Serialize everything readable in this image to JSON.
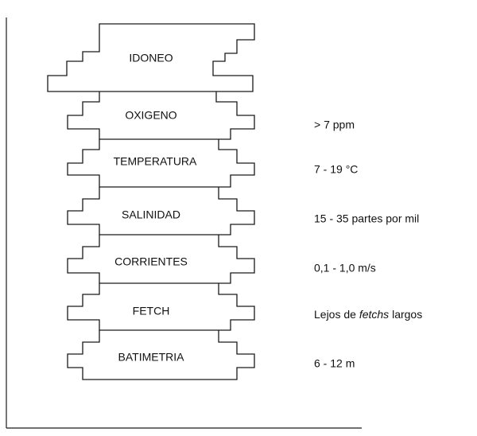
{
  "levels": [
    {
      "label": "IDONEO",
      "criterion": ""
    },
    {
      "label": "OXIGENO",
      "criterion": "> 7 ppm"
    },
    {
      "label": "TEMPERATURA",
      "criterion": "7 - 19 °C"
    },
    {
      "label": "SALINIDAD",
      "criterion": "15 - 35 partes por mil"
    },
    {
      "label": "CORRIENTES",
      "criterion": "0,1 - 1,0 m/s"
    },
    {
      "label": "FETCH",
      "criterion_prefix": "Lejos de ",
      "criterion_italic": "fetchs",
      "criterion_suffix": " largos"
    },
    {
      "label": "BATIMETRIA",
      "criterion": "6 - 12 m"
    }
  ]
}
